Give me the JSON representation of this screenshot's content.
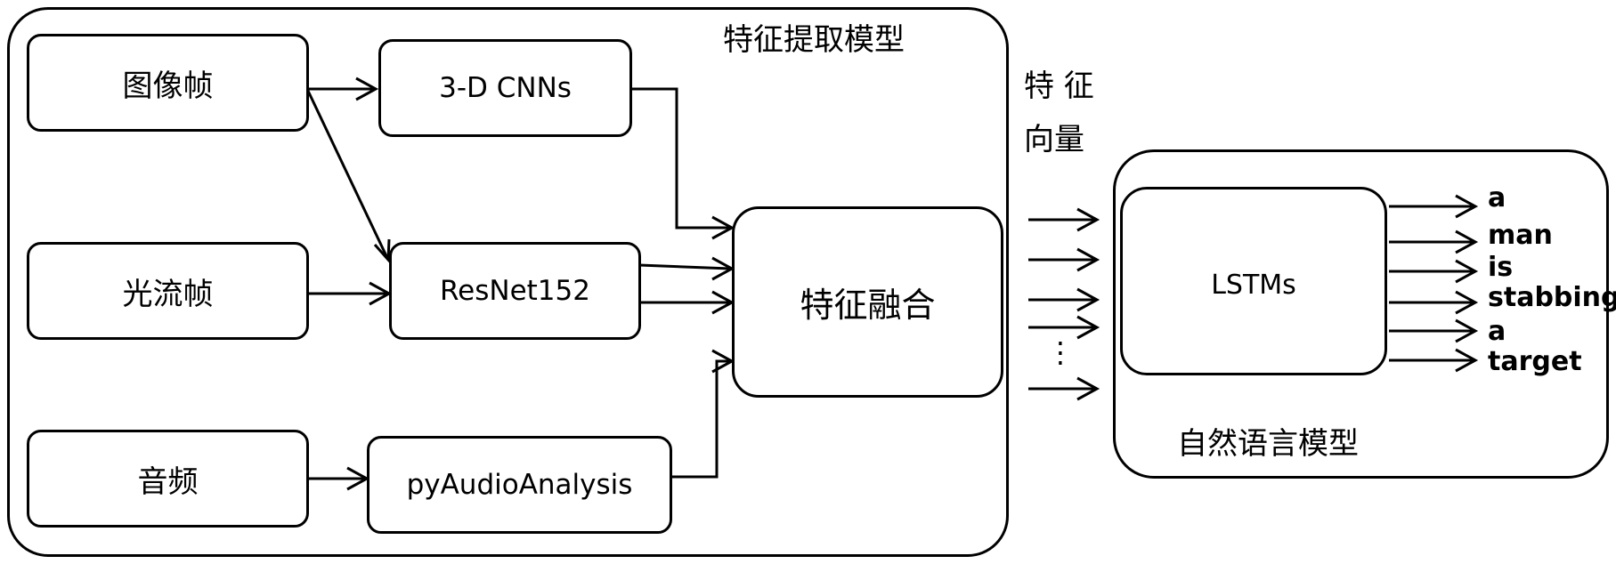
{
  "feature_extraction": {
    "title": "特征提取模型",
    "inputs": [
      "图像帧",
      "光流帧",
      "音频"
    ],
    "extractors": [
      "3-D CNNs",
      "ResNet152",
      "pyAudioAnalysis"
    ],
    "fusion": "特征融合"
  },
  "feature_vector": {
    "line1": "特 征",
    "line2": "向量",
    "ellipsis": "⋮"
  },
  "language_model": {
    "title": "自然语言模型",
    "core": "LSTMs",
    "output_words": [
      "a",
      "man",
      "is",
      "stabbing",
      "a",
      "target"
    ]
  },
  "colors": {
    "stroke": "#000000",
    "background": "#ffffff"
  }
}
